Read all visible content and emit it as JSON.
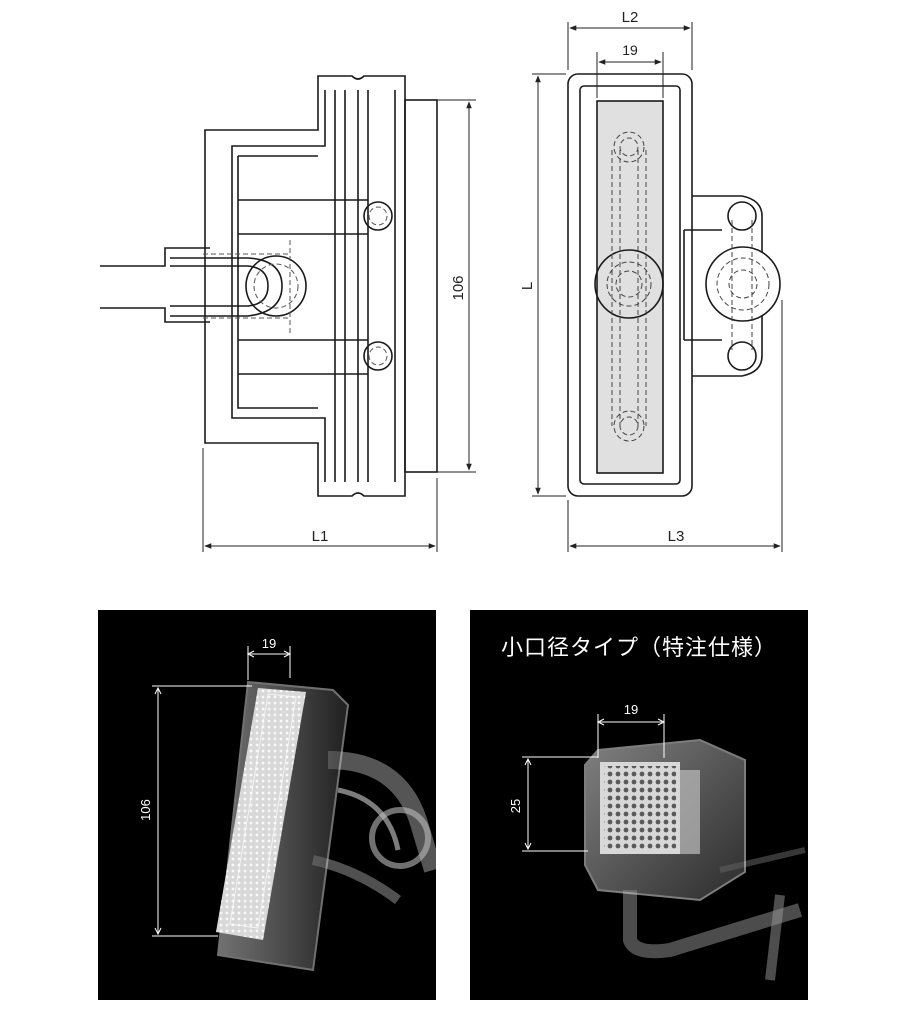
{
  "side_view": {
    "height_label": "106",
    "width_label": "L1"
  },
  "front_view": {
    "top_outer_label": "L2",
    "top_inner_label": "19",
    "height_label": "L",
    "width_label": "L3"
  },
  "photo_standard": {
    "width_label": "19",
    "height_label": "106"
  },
  "photo_small": {
    "title": "小口径タイプ（特注仕様）",
    "width_label": "19",
    "height_label": "25"
  },
  "colors": {
    "line": "#1a1a1a",
    "dashed": "#555555",
    "frit": "#e0e0e0",
    "photo_bg": "#000000",
    "photo_text": "#ffffff"
  }
}
